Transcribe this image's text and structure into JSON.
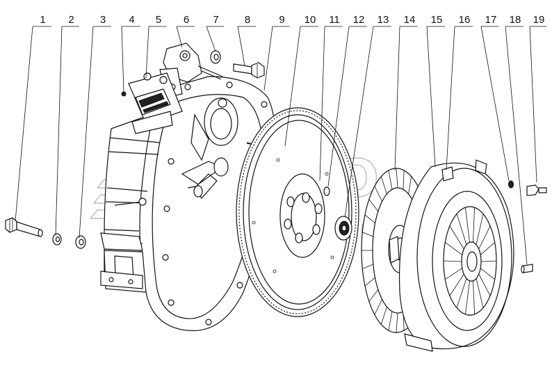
{
  "callouts": [
    {
      "number": "1"
    },
    {
      "number": "2"
    },
    {
      "number": "3"
    },
    {
      "number": "4"
    },
    {
      "number": "5"
    },
    {
      "number": "6"
    },
    {
      "number": "7"
    },
    {
      "number": "8"
    },
    {
      "number": "9"
    },
    {
      "number": "10"
    },
    {
      "number": "11"
    },
    {
      "number": "12"
    },
    {
      "number": "13"
    },
    {
      "number": "14"
    },
    {
      "number": "15"
    },
    {
      "number": "16"
    },
    {
      "number": "17"
    },
    {
      "number": "18"
    },
    {
      "number": "19"
    }
  ],
  "watermark": {
    "line1": "АВТО",
    "line2": "АЛЬЯНС",
    "color": "#9aa3ab"
  },
  "colors": {
    "line": "#111111",
    "background": "#ffffff"
  }
}
